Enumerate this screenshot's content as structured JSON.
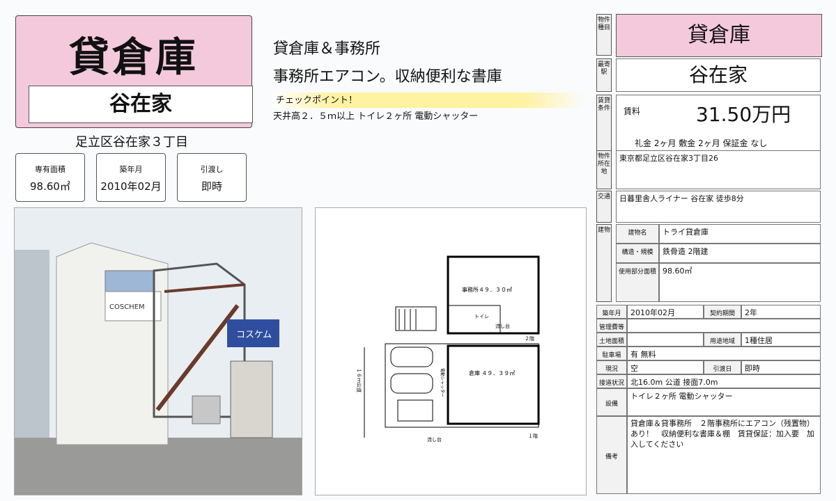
{
  "listing": {
    "type": "貸倉庫",
    "station": "谷在家",
    "address_short": "足立区谷在家３丁目",
    "area_label": "専有面積",
    "area_value": "98.60㎡",
    "built_label": "築年月",
    "built_value": "2010年02月",
    "handover_label": "引渡し",
    "handover_value": "即時"
  },
  "headline": {
    "line1": "貸倉庫＆事務所",
    "line2": "事務所エアコン。収納便利な書庫",
    "checkpoint": "チェックポイント！",
    "features": "天井高２．５ｍ以上 トイレ２ヶ所 電動シャッター"
  },
  "photo": {
    "sign_company": "コスケム",
    "sign_logo": "COSCHEM"
  },
  "plan": {
    "office": "事務所４９．３０㎡",
    "warehouse": "倉庫 ４９．３９㎡",
    "shutter": "電動シャッター",
    "toilet": "トイレ",
    "sink": "流し台",
    "road": "１６ｍ公道",
    "floor2": "２階",
    "floor1": "１階"
  },
  "right": {
    "type_head": "物件種目",
    "type": "貸倉庫",
    "station_head": "最寄駅",
    "station": "谷在家",
    "terms_head": "賃貸条件",
    "rent_label": "賃料",
    "rent": "31.50万円",
    "deposits": "礼金 2ヶ月  敷金 2ヶ月  保証金 なし",
    "address_head": "物件所在地",
    "address": "東京都足立区谷在家3丁目26",
    "transport_head": "交通",
    "transport": "日暮里舎人ライナー 谷在家 徒歩8分",
    "building_head": "建物",
    "bname_label": "建物名",
    "bname": "トライ貸倉庫",
    "structure_label": "構造・規模",
    "structure": "鉄骨造 2階建",
    "usearea_label": "使用部分面積",
    "usearea": "98.60㎡",
    "built_label": "築年月",
    "built": "2010年02月",
    "contract_label": "契約期間",
    "contract": "2年",
    "mgmt_label": "管理費等",
    "mgmt": "",
    "land_label": "土地面積",
    "land": "",
    "zoning_label": "用途地域",
    "zoning": "1種住居",
    "parking_label": "駐車場",
    "parking": "有 無料",
    "status_label": "現況",
    "status": "空",
    "handover_label": "引渡日",
    "handover": "即時",
    "road_label": "接道状況",
    "road": "北16.0m 公道 接面7.0m",
    "equip_label": "設備",
    "equip": "トイレ２ヶ所 電動シャッター",
    "notes_label": "備考",
    "notes": "貸倉庫＆貸事務所　２階事務所にエアコン（残置物）あり！　収納便利な書庫＆棚　賃貸保証：加入要　加入してください"
  }
}
